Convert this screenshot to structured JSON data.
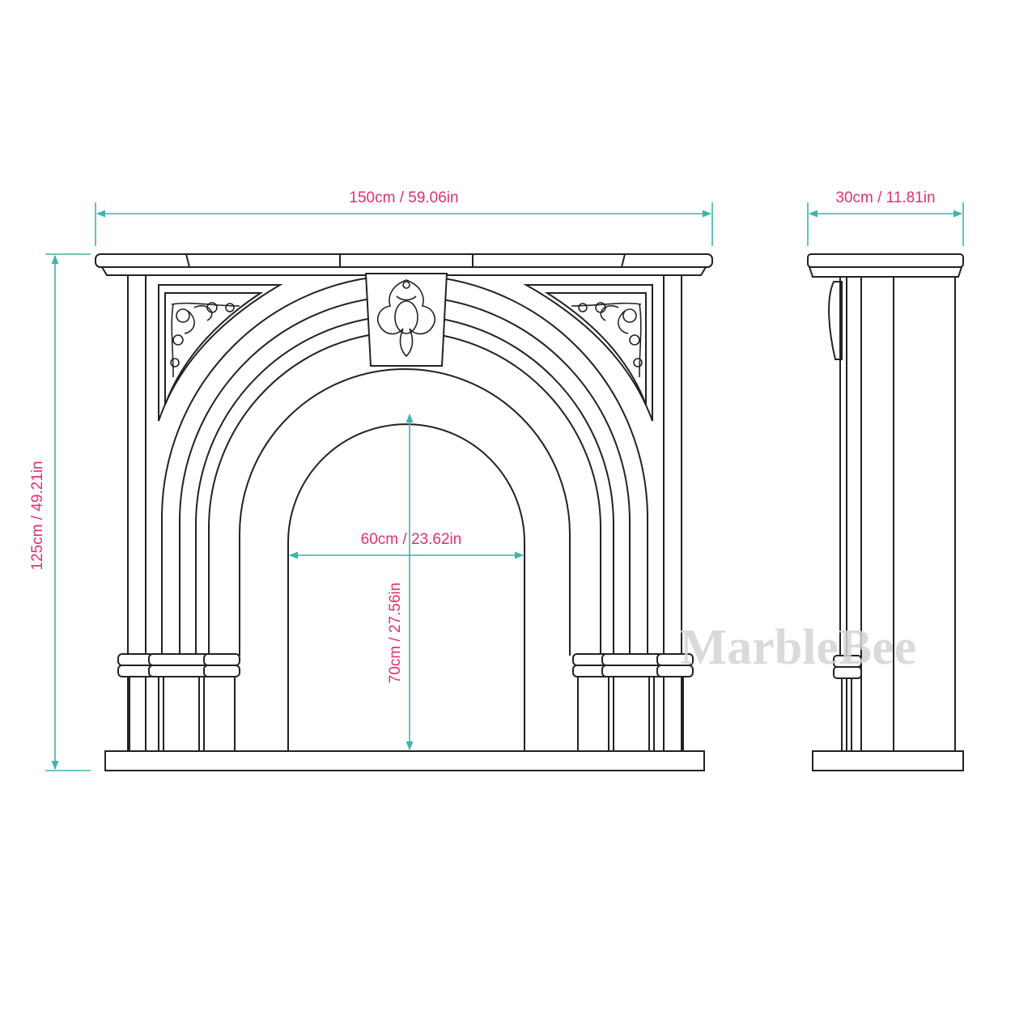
{
  "dimensions": {
    "overall_width": "150cm / 59.06in",
    "depth": "30cm / 11.81in",
    "overall_height": "125cm / 49.21in",
    "opening_width": "60cm / 23.62in",
    "opening_height": "70cm / 27.56in"
  },
  "watermark": "MarbleBee",
  "colors": {
    "teal_dimension": "#3db3ad",
    "magenta_label": "#e0306e",
    "line_art": "#222222",
    "watermark": "#d4d4d4"
  }
}
